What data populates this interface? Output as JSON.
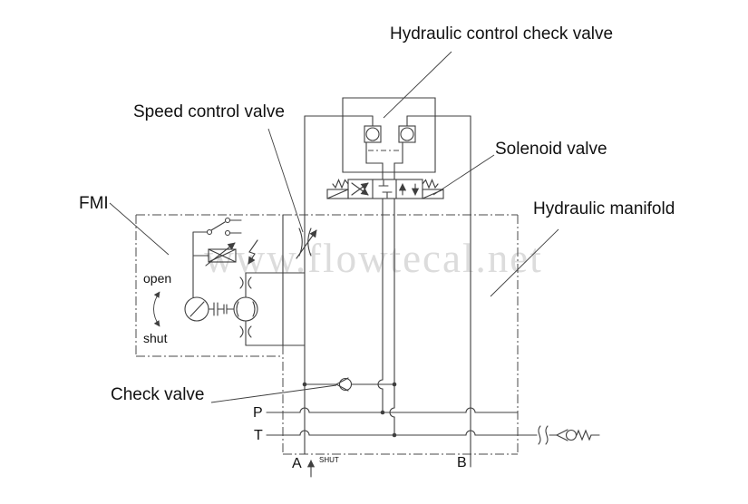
{
  "labels": {
    "hydraulic_control_check_valve": "Hydraulic control check valve",
    "speed_control_valve": "Speed control valve",
    "solenoid_valve": "Solenoid valve",
    "fmi": "FMI",
    "hydraulic_manifold": "Hydraulic manifold",
    "check_valve": "Check valve"
  },
  "ports": {
    "p": "P",
    "t": "T",
    "a": "A",
    "b": "B"
  },
  "annotations": {
    "open": "open",
    "shut": "shut",
    "shut_small": "SHUT"
  },
  "watermark": "www.flowtecal.net",
  "colors": {
    "line": "#3f3f3f",
    "boundary": "#4a4a4a",
    "text": "#111111",
    "watermark": "#dcdcdc",
    "background": "#ffffff"
  }
}
